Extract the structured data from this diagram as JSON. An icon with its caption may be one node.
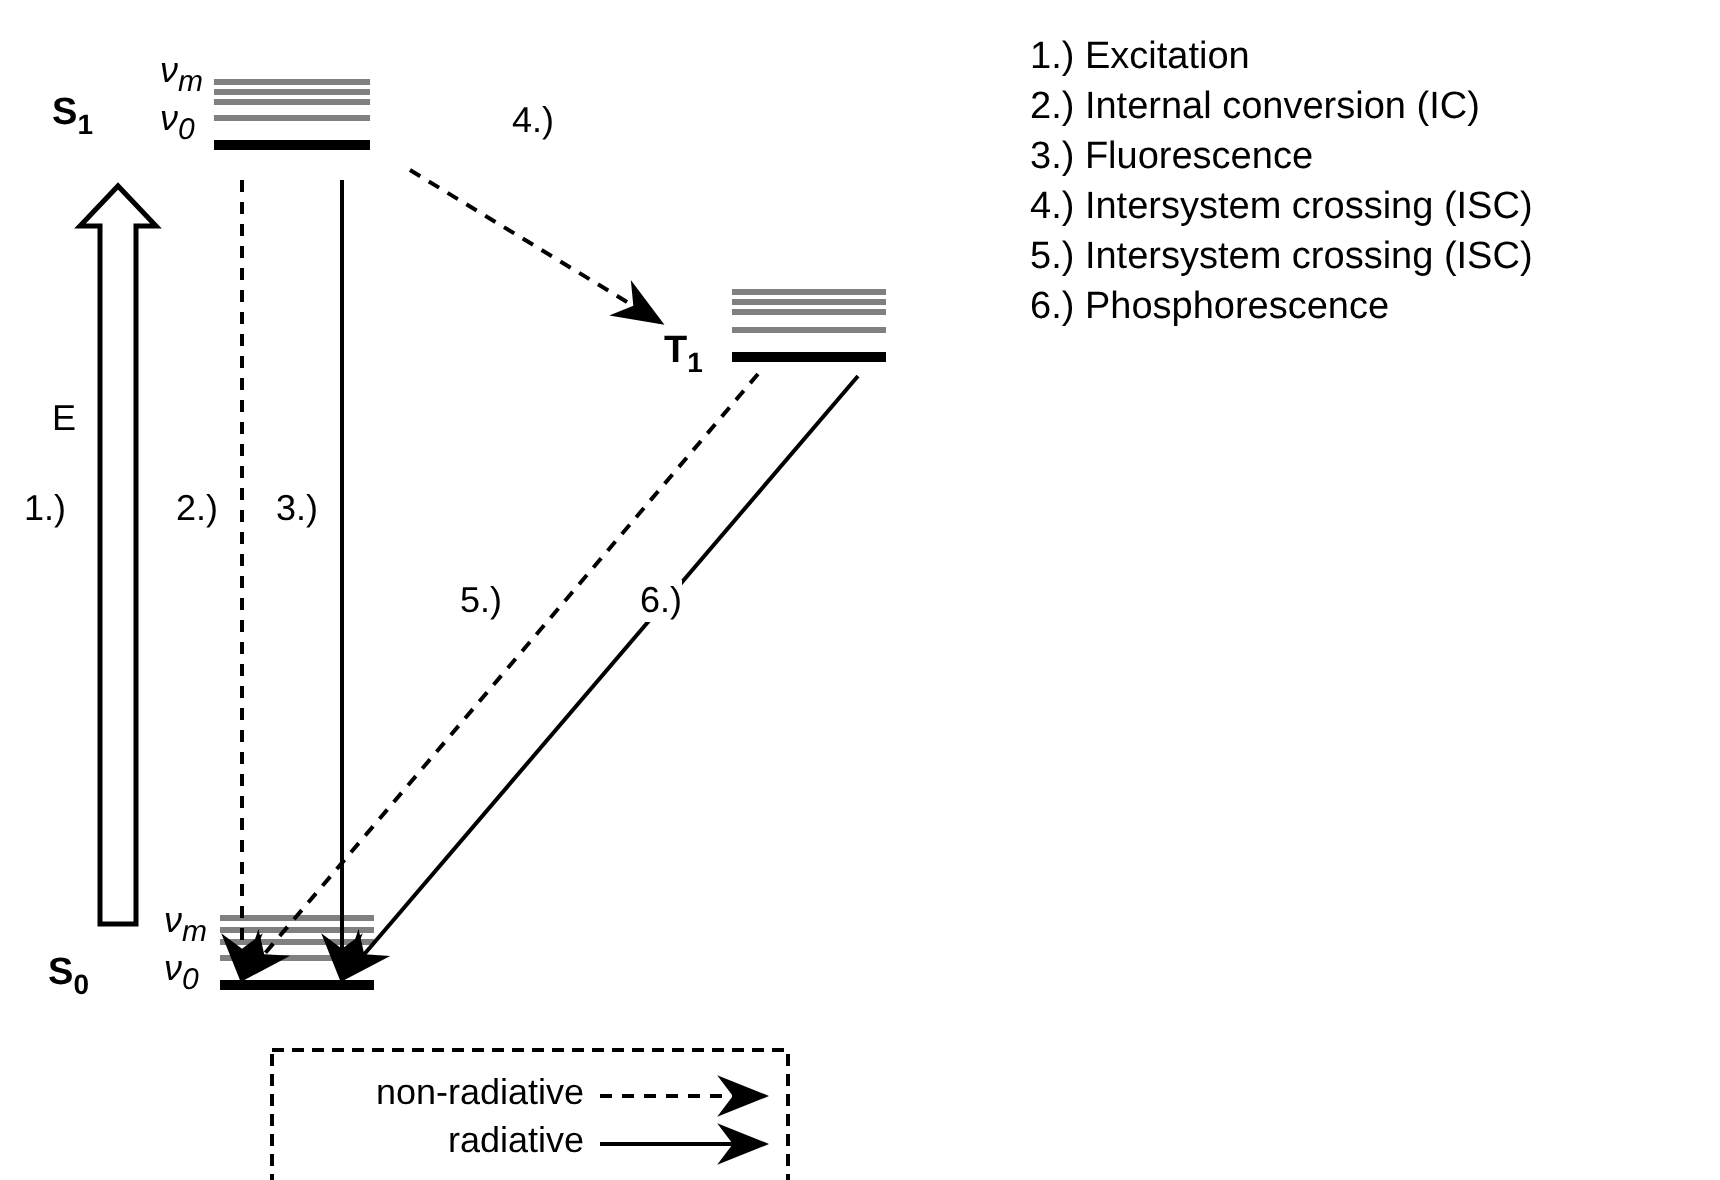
{
  "diagram": {
    "nodes": [
      {
        "text": [],
        "shape": "bar",
        "beside": [
          "S$_{1}$",
          "ν$_{m}$",
          "ν$_{0}$"
        ]
      },
      {
        "text": [],
        "shape": "bar",
        "beside": [
          "T$_{1}$"
        ]
      },
      {
        "text": [],
        "shape": "bar",
        "beside": [
          "S$_{0}$",
          "ν$_{m}$",
          "ν$_{0}$"
        ]
      }
    ],
    "edges": [
      {
        "from": 2,
        "to": 0,
        "arrow": "to",
        "style": "thick",
        "label": "1.)"
      },
      {
        "from": 0,
        "to": 2,
        "arrow": "to",
        "style": "dashed",
        "label": "2.)"
      },
      {
        "from": 0,
        "to": 2,
        "arrow": "to",
        "label": "3.)"
      },
      {
        "from": 0,
        "to": 1,
        "arrow": "to",
        "style": "dashed",
        "label": "4.)"
      },
      {
        "from": 1,
        "to": 2,
        "arrow": "to",
        "style": "dashed",
        "label": "5.)"
      },
      {
        "from": 1,
        "to": 2,
        "arrow": "to",
        "label": "6.)"
      }
    ],
    "labels": [
      "E",
      "1.) Excitation",
      "2.) Internal conversion (IC)",
      "3.) Fluorescence",
      "4.) Intersystem crossing (ISC)",
      "5.) Intersystem crossing (ISC)",
      "6.) Phosphorescence"
    ],
    "legend": [
      {
        "text": "non-radiative"
      },
      {
        "text": "radiative"
      }
    ]
  }
}
